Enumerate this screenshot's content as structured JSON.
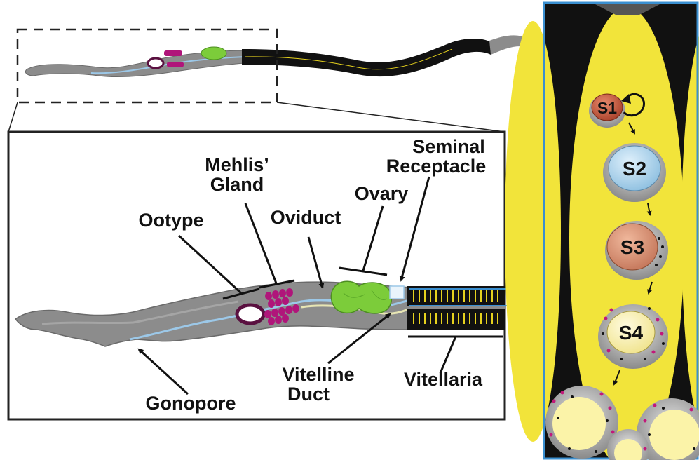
{
  "labels": {
    "seminal_receptacle_line1": "Seminal",
    "seminal_receptacle_line2": "Receptacle",
    "mehlis_gland_line1": "Mehlis’",
    "mehlis_gland_line2": "Gland",
    "ovary": "Ovary",
    "ootype": "Ootype",
    "oviduct": "Oviduct",
    "vitelline_duct_line1": "Vitelline",
    "vitelline_duct_line2": "Duct",
    "vitellaria": "Vitellaria",
    "gonopore": "Gonopore"
  },
  "stages": [
    "S1",
    "S2",
    "S3",
    "S4"
  ],
  "colors": {
    "worm_body": "#8c8c8c",
    "vitellaria_dark": "#111111",
    "vitellaria_yellow": "#e6d21e",
    "mehlis_gland": "#b0157a",
    "ovary": "#7ccc3a",
    "duct": "#9cc8e8",
    "panel_yellow": "#f2e43a",
    "panel_frame": "#3a8fd0",
    "s1": "#c0583a",
    "s2": "#a8d2ee",
    "s3": "#d68c6c",
    "s4": "#fbf3a8"
  }
}
